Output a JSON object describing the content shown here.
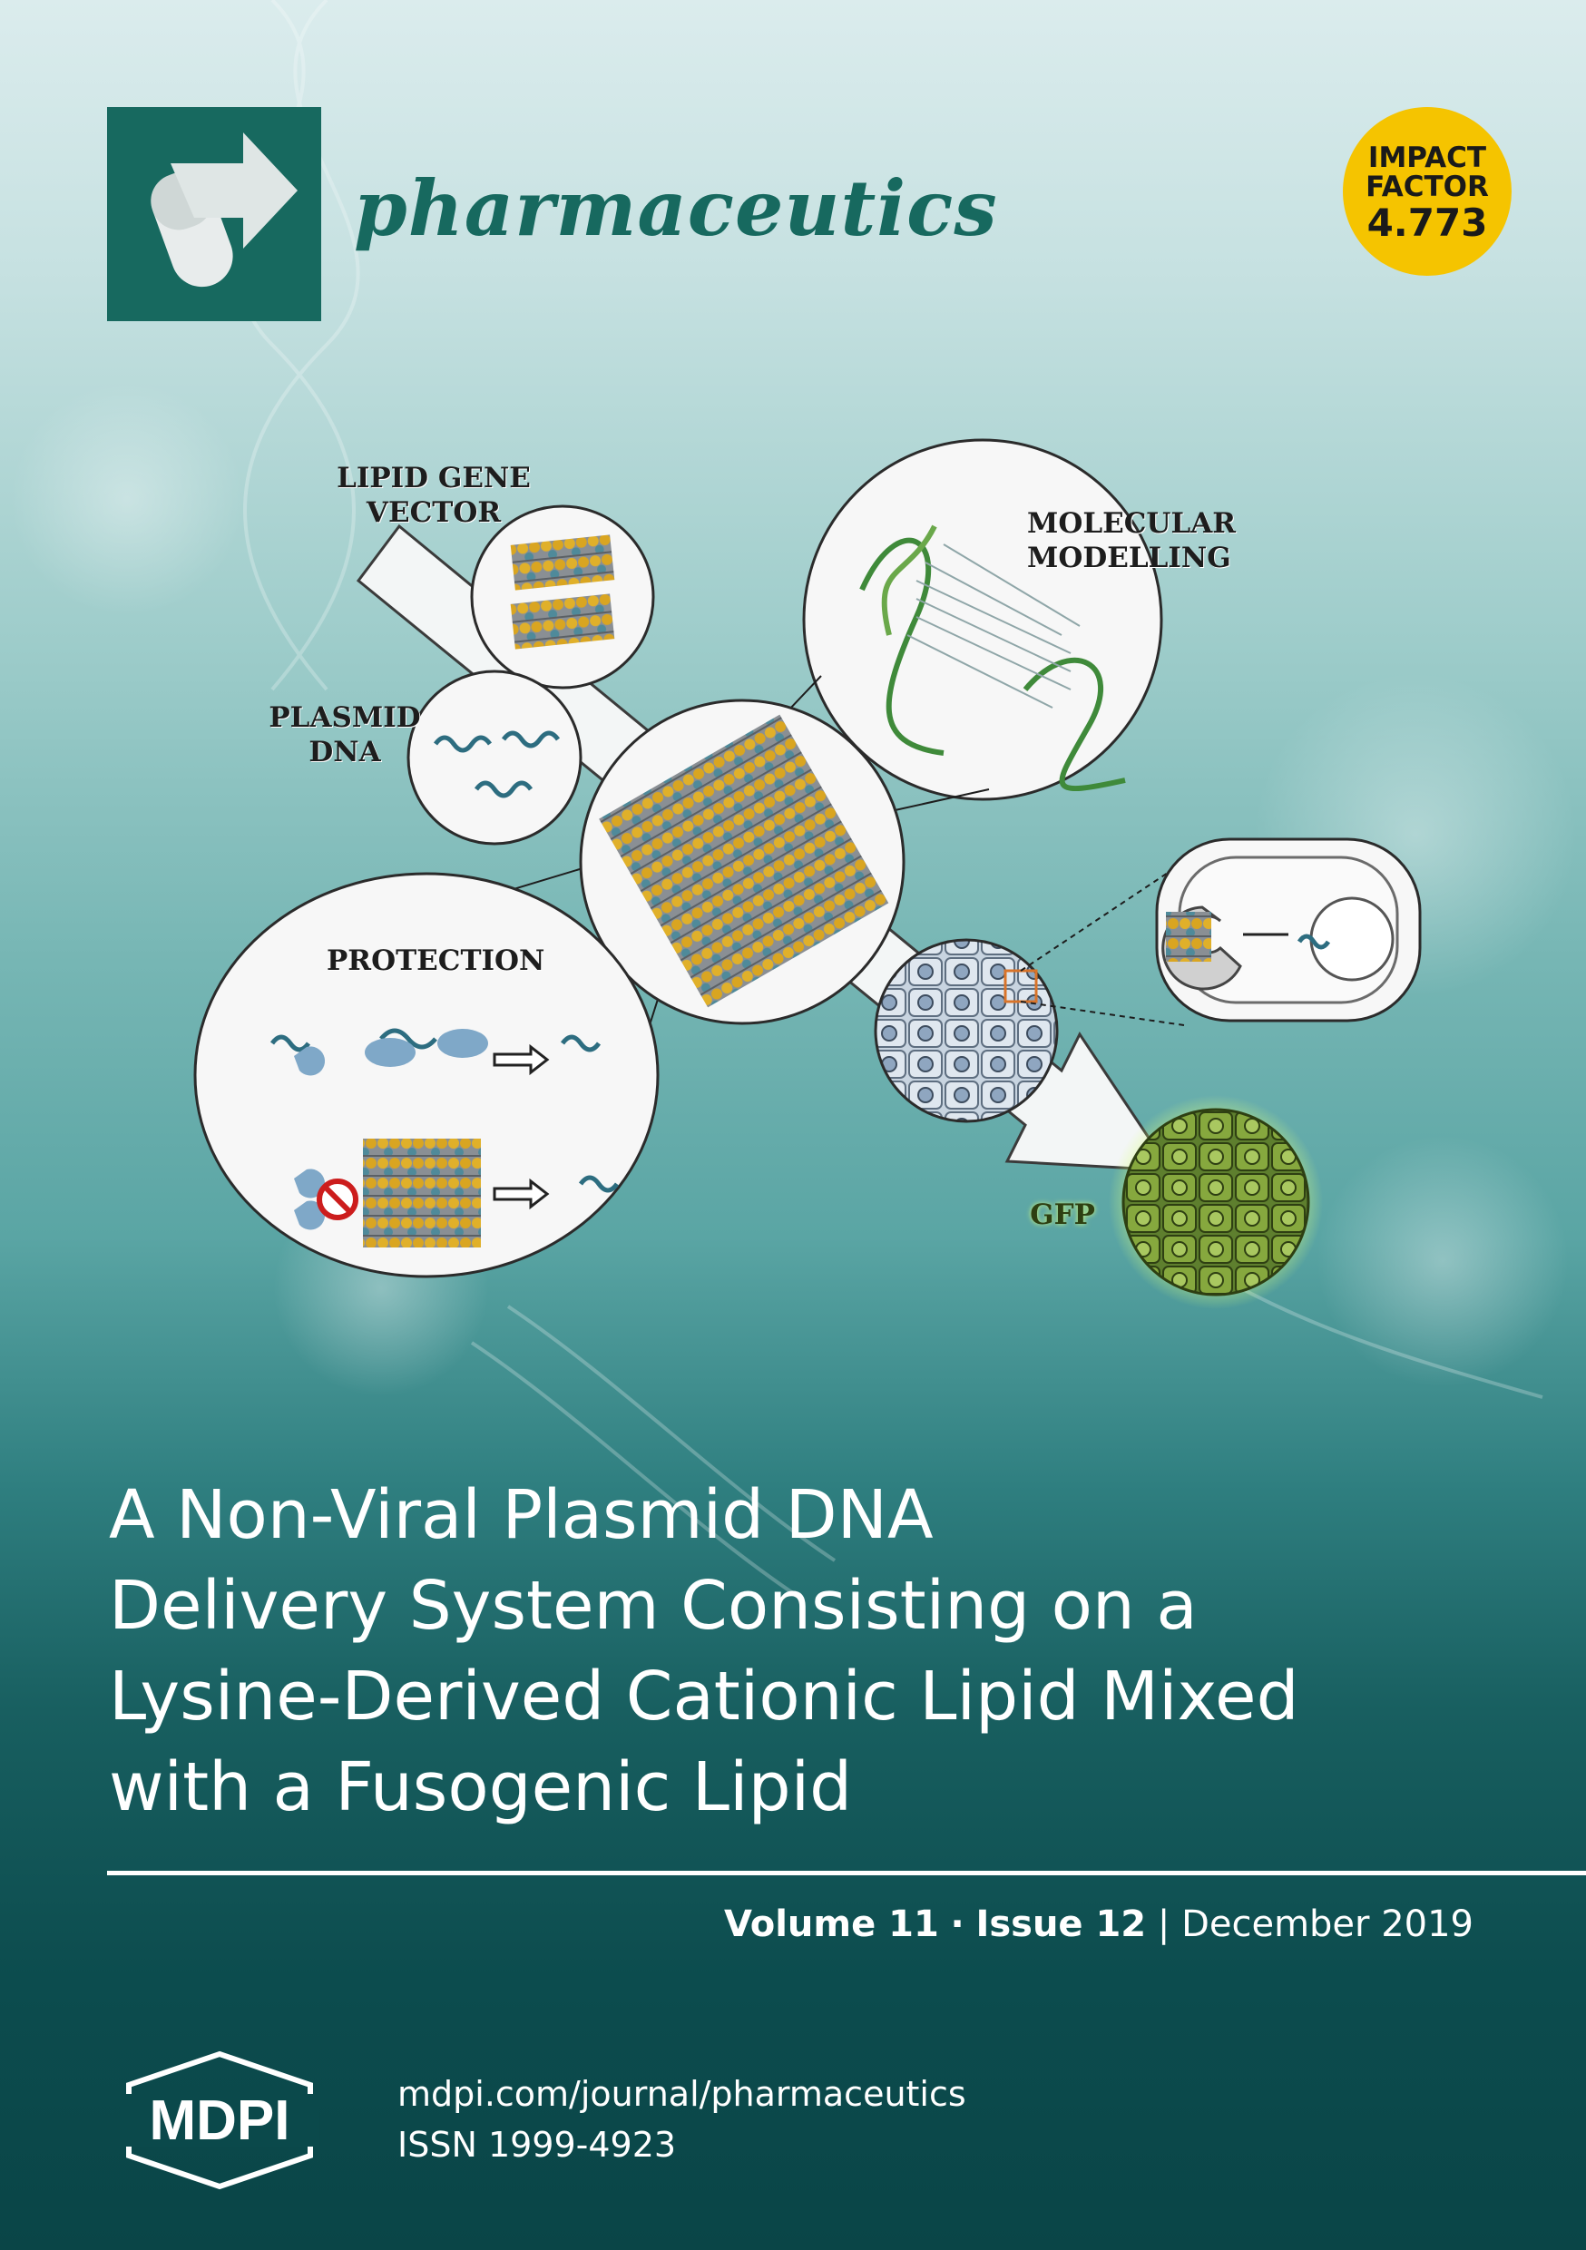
{
  "journal": {
    "name": "pharmaceutics",
    "impact_line1": "IMPACT",
    "impact_line2": "FACTOR",
    "impact_value": "4.773"
  },
  "figure": {
    "label_lipid_1": "LIPID GENE",
    "label_lipid_2": "VECTOR",
    "label_plasmid_1": "PLASMID",
    "label_plasmid_2": "DNA",
    "label_molecular_1": "MOLECULAR",
    "label_molecular_2": "MODELLING",
    "label_protection": "PROTECTION",
    "label_gfp": "GFP"
  },
  "article": {
    "title_lines": [
      "A Non-Viral Plasmid DNA",
      "Delivery System Consisting on a",
      "Lysine-Derived Cationic Lipid Mixed",
      "with a Fusogenic Lipid"
    ]
  },
  "issue": {
    "volume": "Volume 11",
    "separator": "·",
    "issue": "Issue 12",
    "divider": "|",
    "date": "December 2019"
  },
  "publisher": {
    "logo_text": "MDPI",
    "url": "mdpi.com/journal/pharmaceutics",
    "issn": "ISSN 1999-4923"
  },
  "colors": {
    "brand_teal": "#17695f",
    "impact_yellow": "#f5c400",
    "dark_teal": "#0c4c4e"
  }
}
